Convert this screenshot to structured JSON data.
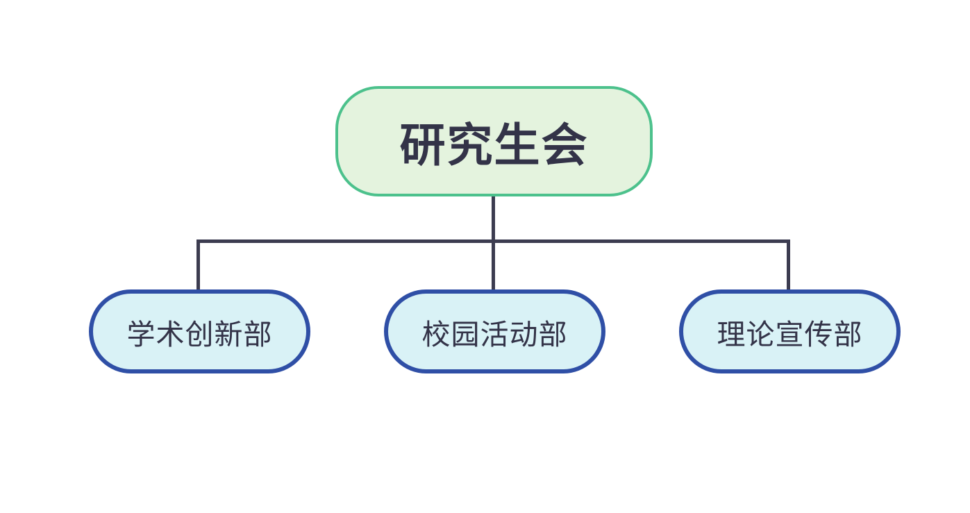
{
  "diagram": {
    "type": "organization-chart",
    "orientation": "top-down",
    "root": {
      "label": "研究生会",
      "fill_color": "#E4F3DE",
      "border_color": "#4CC18C",
      "text_color": "#333348"
    },
    "children": [
      {
        "label": "学术创新部",
        "fill_color": "#D9F2F6",
        "border_color": "#2F4FA6",
        "text_color": "#333348"
      },
      {
        "label": "校园活动部",
        "fill_color": "#D9F2F6",
        "border_color": "#2F4FA6",
        "text_color": "#333348"
      },
      {
        "label": "理论宣传部",
        "fill_color": "#D9F2F6",
        "border_color": "#2F4FA6",
        "text_color": "#333348"
      }
    ],
    "connectors": {
      "color": "#3C3C50",
      "style": "orthogonal-elbow",
      "count": 3
    },
    "background_color": "#FFFFFF"
  }
}
